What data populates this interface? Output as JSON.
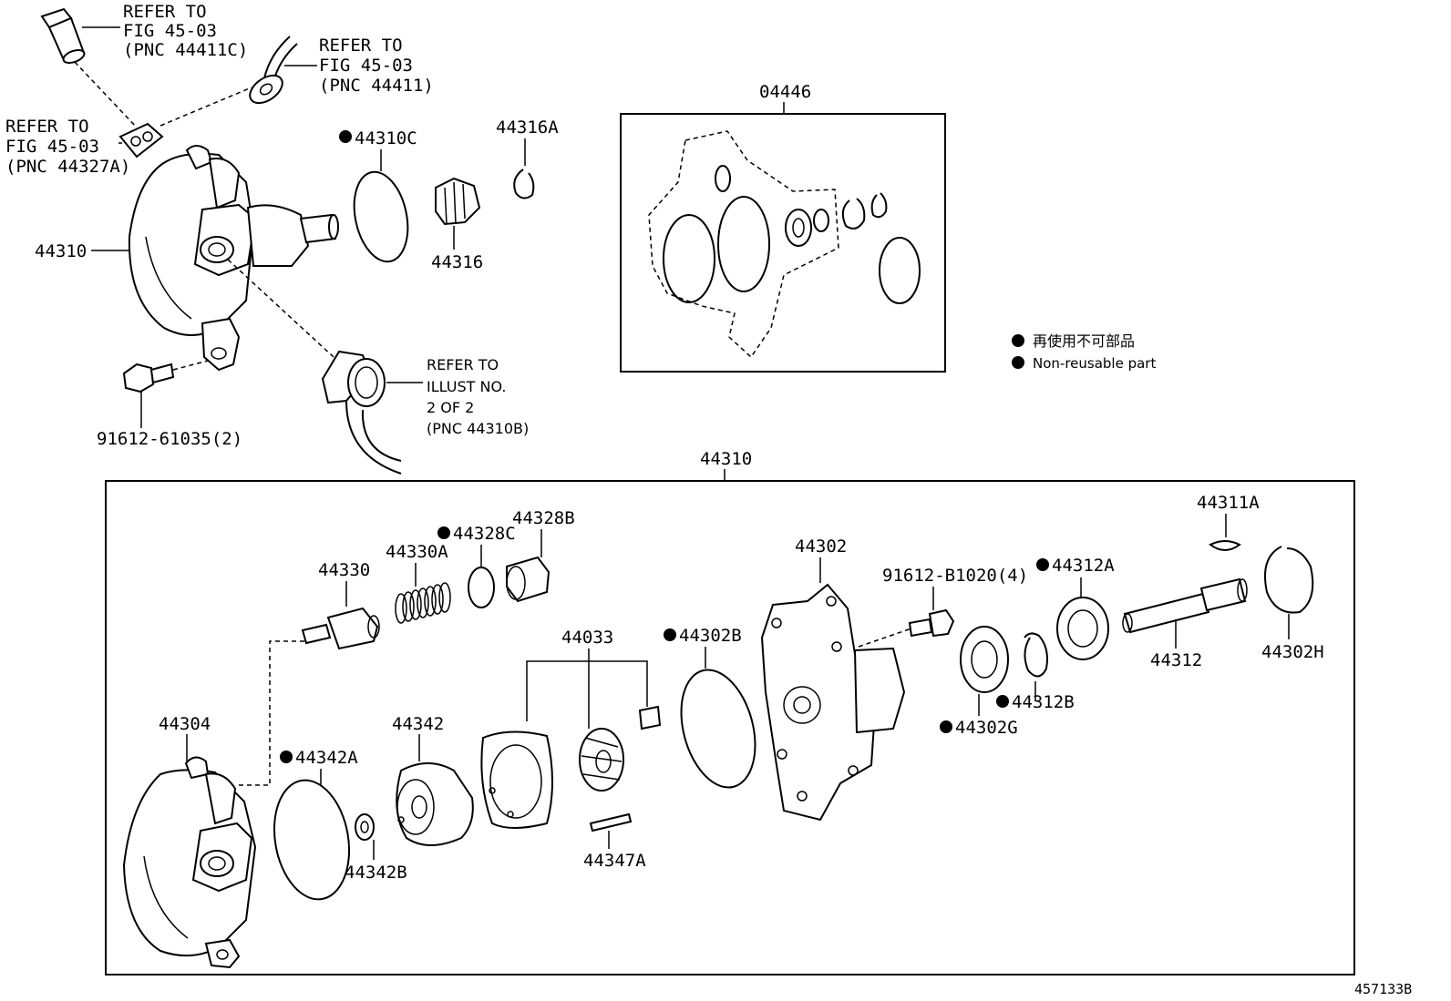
{
  "references": {
    "banjo_bolt": [
      "REFER TO",
      "FIG 45-03",
      "(PNC 44411C)"
    ],
    "hose_union": [
      "REFER TO",
      "FIG 45-03",
      "(PNC 44411)"
    ],
    "gasket": [
      "REFER TO",
      "FIG 45-03",
      "(PNC 44327A)"
    ],
    "suction_port": [
      "REFER TO",
      "ILLUST NO.",
      "2 OF 2",
      "(PNC 44310B)"
    ]
  },
  "top_parts": {
    "pump_assy": "44310",
    "oring_44310c": "44310C",
    "pulley_nut": "44316",
    "snap_44316a": "44316A",
    "bolt": "91612-61035(2)",
    "kit_box": "04446"
  },
  "legend": {
    "jp": "再使用不可部品",
    "en": "Non-reusable part"
  },
  "assembly": {
    "title": "44310",
    "parts": {
      "p44330": "44330",
      "p44330a": "44330A",
      "p44328c": "44328C",
      "p44328b": "44328B",
      "p44302": "44302",
      "p91612b": "91612-B1020(4)",
      "p44312a": "44312A",
      "p44311a": "44311A",
      "p44033": "44033",
      "p44302b": "44302B",
      "p44312": "44312",
      "p44302h": "44302H",
      "p44304": "44304",
      "p44342": "44342",
      "p44342a": "44342A",
      "p44312b": "44312B",
      "p44302g": "44302G",
      "p44342b": "44342B",
      "p44347a": "44347A"
    }
  },
  "figure_id": "457133B"
}
